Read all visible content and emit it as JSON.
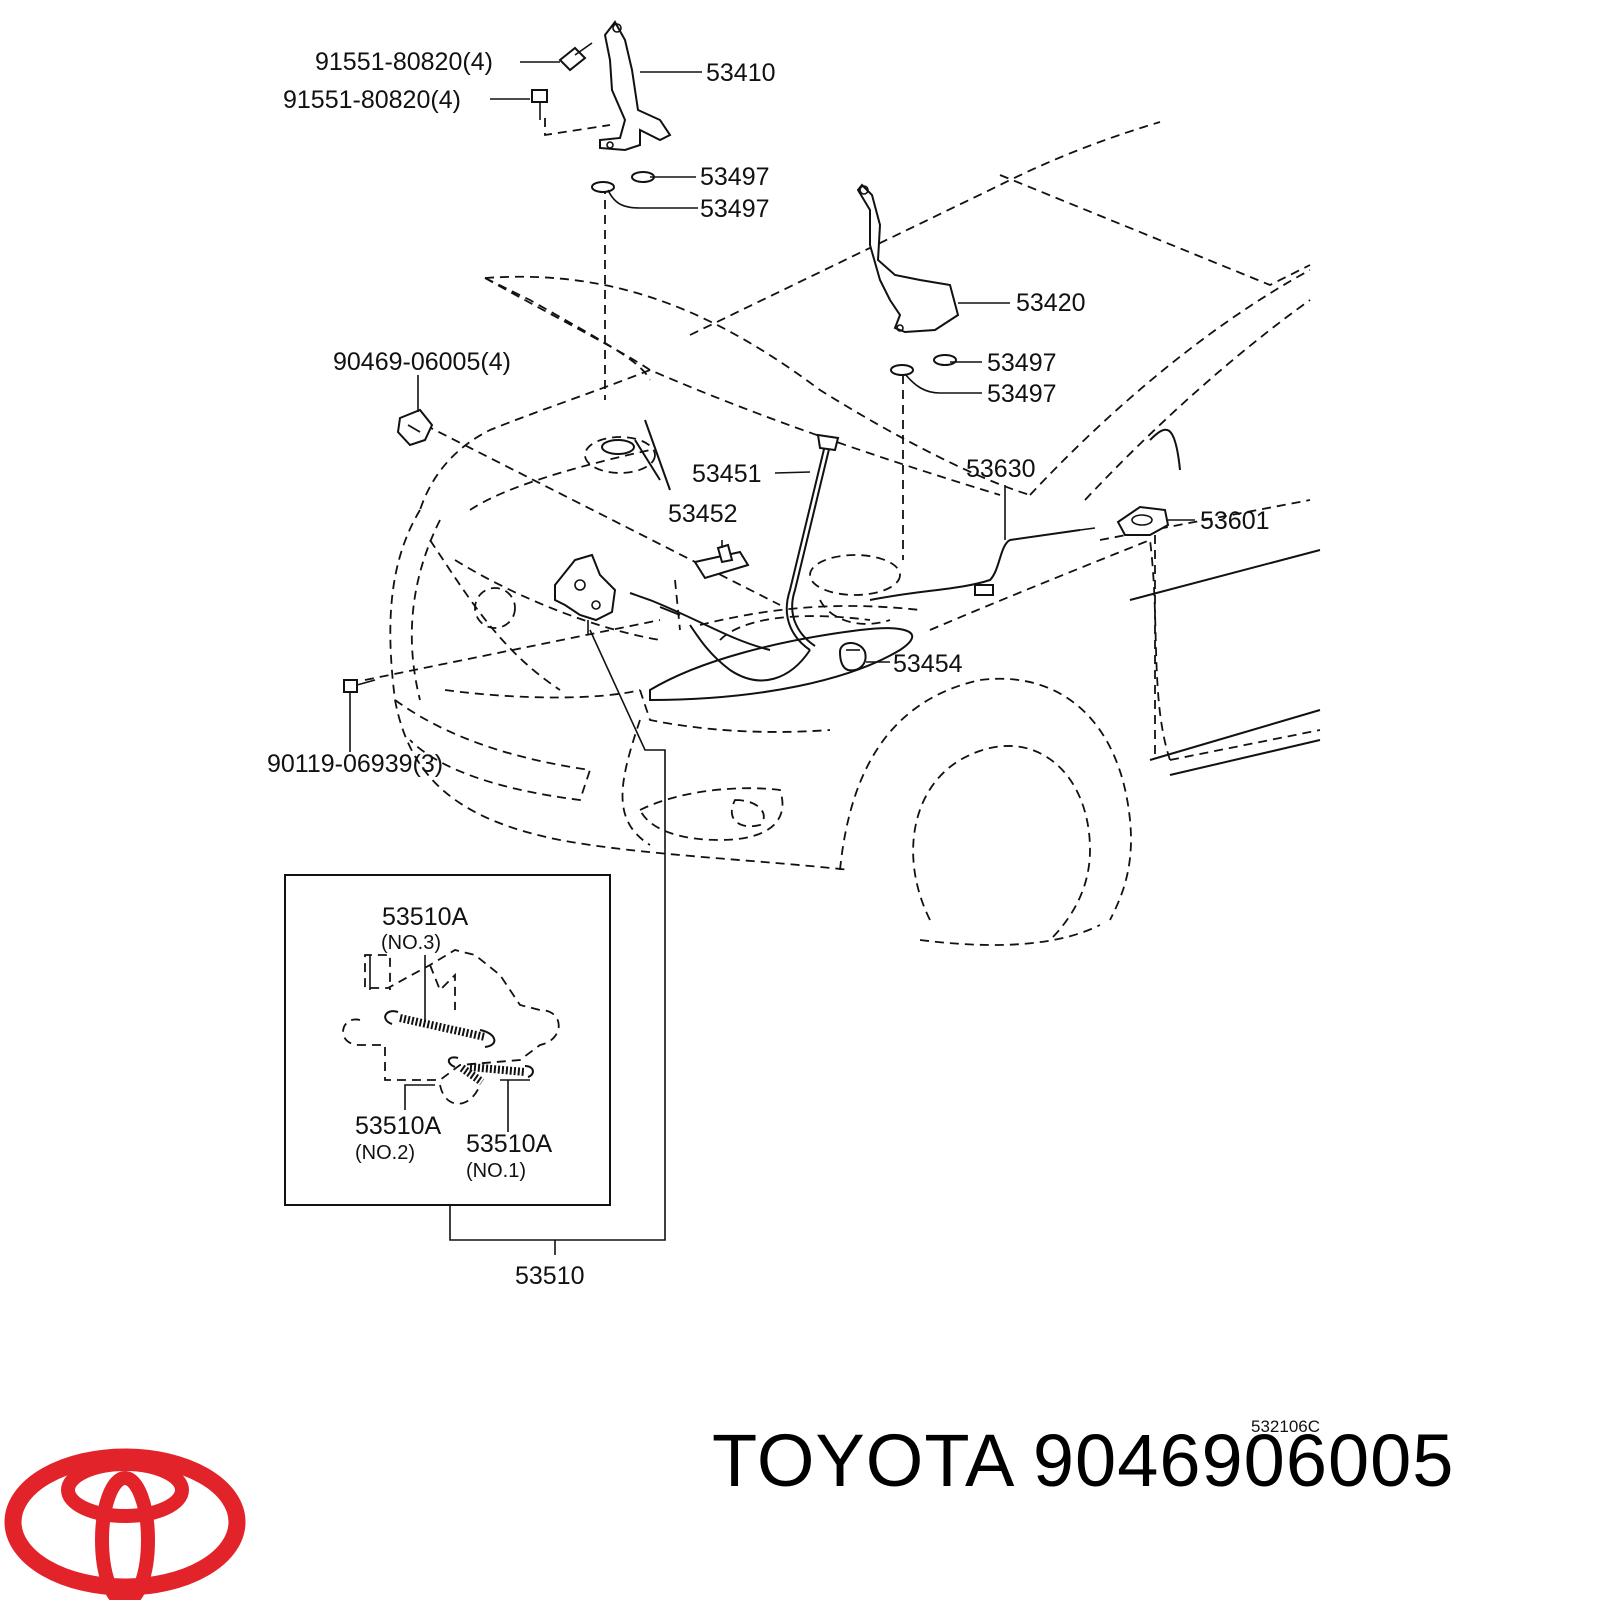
{
  "callouts": {
    "bolt_upper": "91551-80820(4)",
    "bolt_lower": "91551-80820(4)",
    "hinge_left": "53410",
    "washer_l1": "53497",
    "washer_l2": "53497",
    "hinge_right": "53420",
    "washer_r1": "53497",
    "washer_r2": "53497",
    "clip": "90469-06005(4)",
    "support_rod": "53451",
    "rod_holder": "53452",
    "release_cable": "53630",
    "release_lever": "53601",
    "cushion": "53454",
    "screw": "90119-06939(3)",
    "lock_assy": "53510"
  },
  "inset": {
    "spring_no3_label": "53510A",
    "spring_no3_sub": "(NO.3)",
    "spring_no2_label": "53510A",
    "spring_no2_sub": "(NO.2)",
    "spring_no1_label": "53510A",
    "spring_no1_sub": "(NO.1)"
  },
  "diagram_code": "532106C",
  "brand": {
    "caption": "TOYOTA 9046906005",
    "logo_color": "#e2232a"
  }
}
